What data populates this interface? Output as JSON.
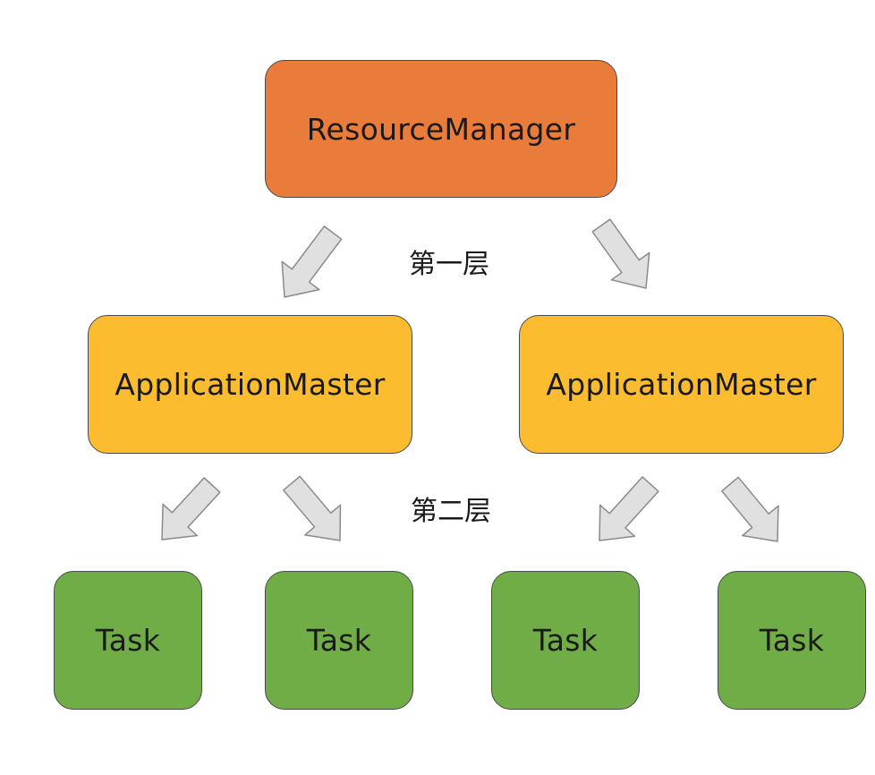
{
  "diagram": {
    "root": {
      "label": "ResourceManager",
      "color": "#e97c3b"
    },
    "layer_labels": [
      "第一层",
      "第二层"
    ],
    "masters": [
      {
        "label": "ApplicationMaster",
        "color": "#fbbd2f"
      },
      {
        "label": "ApplicationMaster",
        "color": "#fbbd2f"
      }
    ],
    "tasks": [
      {
        "label": "Task",
        "color": "#70ad47"
      },
      {
        "label": "Task",
        "color": "#70ad47"
      },
      {
        "label": "Task",
        "color": "#70ad47"
      },
      {
        "label": "Task",
        "color": "#70ad47"
      }
    ],
    "arrow_color": "#e0e0e0"
  }
}
